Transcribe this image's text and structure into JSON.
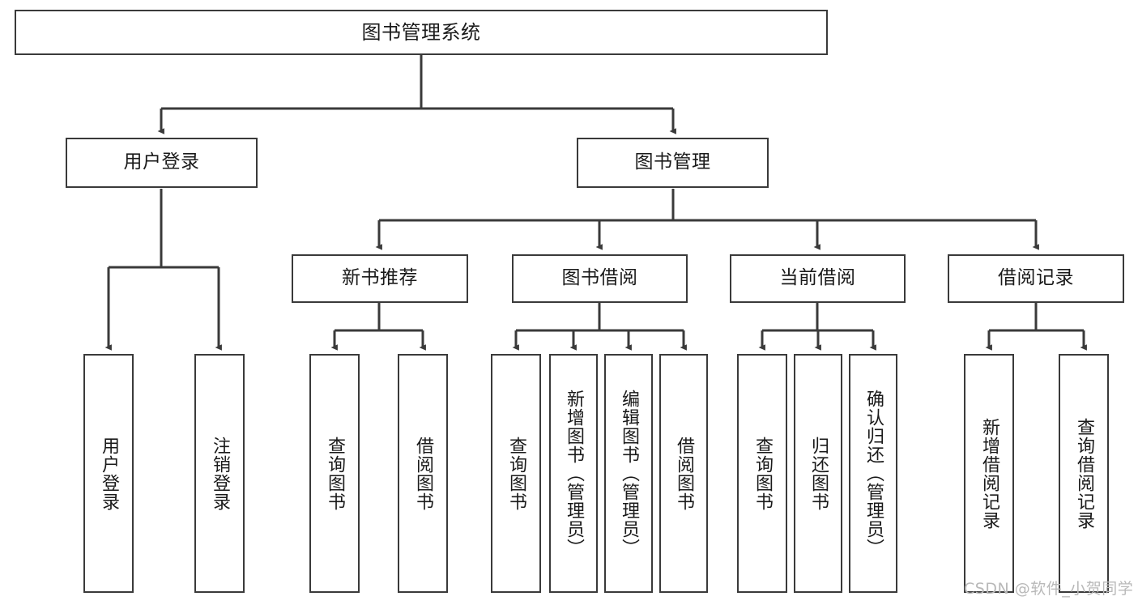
{
  "diagram": {
    "type": "tree-hierarchy",
    "title": "图书管理系统",
    "orientation": "top-down",
    "edge_style": "orthogonal-arrow",
    "colors": {
      "stroke": "#3a3a3a",
      "fill": "#ffffff",
      "text": "#1a1a1a",
      "watermark": "#b9b9b9"
    },
    "root": {
      "label": "图书管理系统"
    },
    "level2": [
      {
        "label": "用户登录"
      },
      {
        "label": "图书管理"
      }
    ],
    "level3": [
      {
        "label": "新书推荐"
      },
      {
        "label": "图书借阅"
      },
      {
        "label": "当前借阅"
      },
      {
        "label": "借阅记录"
      }
    ],
    "leaves": {
      "user_login": [
        {
          "label": "用户登录"
        },
        {
          "label": "注销登录"
        }
      ],
      "new_book_recommend": [
        {
          "label": "查询图书"
        },
        {
          "label": "借阅图书"
        }
      ],
      "book_borrow": [
        {
          "label": "查询图书"
        },
        {
          "label": "新增图书（管理员）"
        },
        {
          "label": "编辑图书（管理员）"
        },
        {
          "label": "借阅图书"
        }
      ],
      "current_borrow": [
        {
          "label": "查询图书"
        },
        {
          "label": "归还图书"
        },
        {
          "label": "确认归还（管理员）"
        }
      ],
      "borrow_record": [
        {
          "label": "新增借阅记录"
        },
        {
          "label": "查询借阅记录"
        }
      ]
    }
  },
  "watermark": {
    "text": "CSDN @软件_小贺同学"
  }
}
